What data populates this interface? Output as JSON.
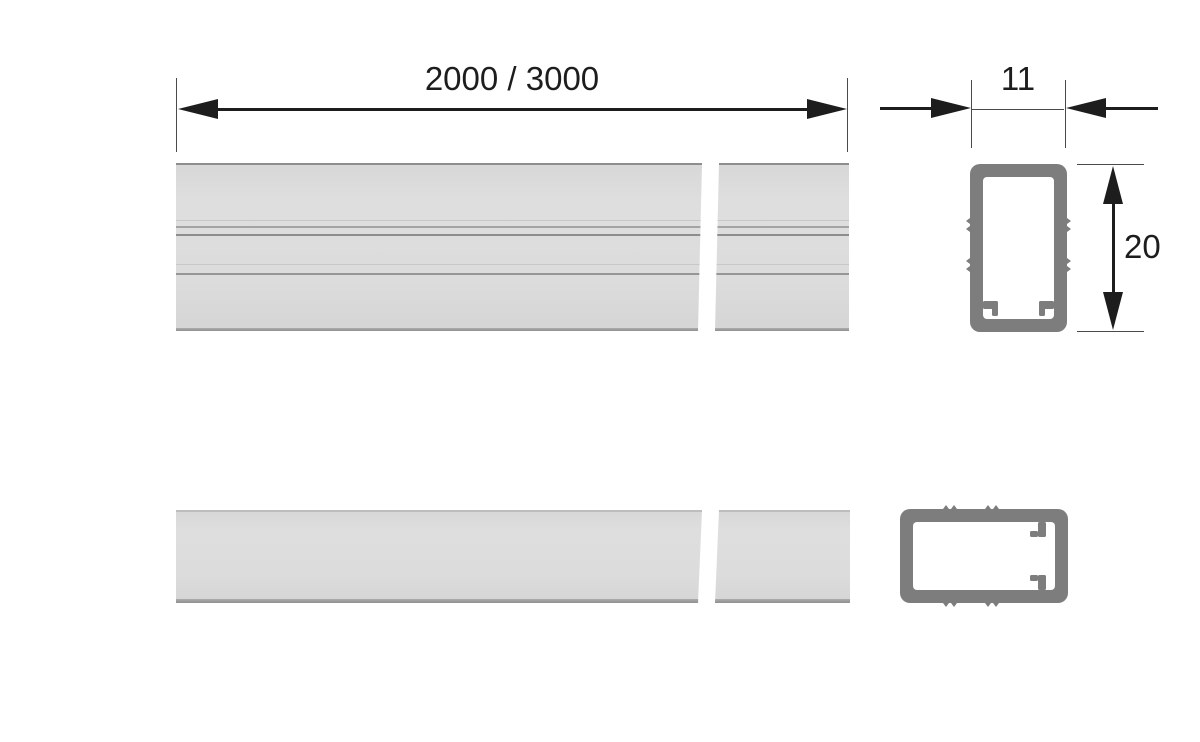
{
  "colors": {
    "background": "#ffffff",
    "dimension": "#1d1d1d",
    "profile_outline": "#7d7d7d",
    "bar_fill": "#dcdcdc",
    "bar_edge_dark": "#8d8d8d",
    "bar_edge_shadow": "#9a9a9a"
  },
  "dimensions": {
    "length": {
      "label": "2000 / 3000"
    },
    "width": {
      "label": "11"
    },
    "height": {
      "label": "20"
    }
  },
  "icons": {
    "dimension_arrowhead": "solid-triangle"
  }
}
